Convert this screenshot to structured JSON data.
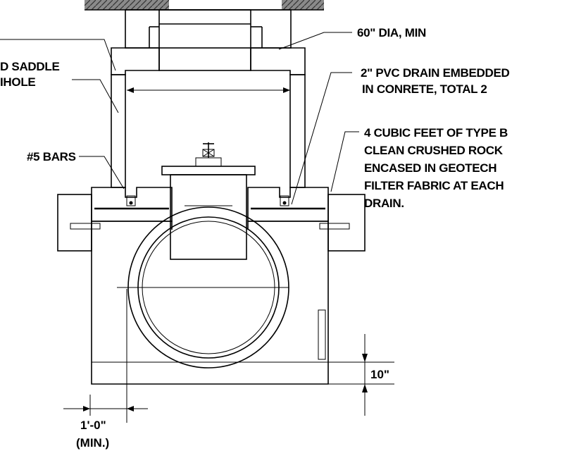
{
  "labels": {
    "top_left_partial": "D SADDLE",
    "mid_left_partial": "IHOLE",
    "bars": "#5 BARS",
    "diameter": "60\" DIA, MIN",
    "drain_line1": "2\" PVC DRAIN EMBEDDED",
    "drain_line2": "IN CONRETE, TOTAL 2",
    "rock_line1": "4 CUBIC FEET OF TYPE B",
    "rock_line2": "CLEAN CRUSHED ROCK",
    "rock_line3": "ENCASED IN GEOTECH",
    "rock_line4": "FILTER FABRIC AT EACH",
    "rock_line5": "DRAIN."
  },
  "dimensions": {
    "bottom_clearance": "10\"",
    "side_clearance": "1'-0\"",
    "side_clearance_note": "(MIN.)"
  },
  "colors": {
    "ink": "#000000",
    "concrete_fill": "#ffffff",
    "rock_fill": "#4a4a4a",
    "paving": "#6a6a6a"
  }
}
